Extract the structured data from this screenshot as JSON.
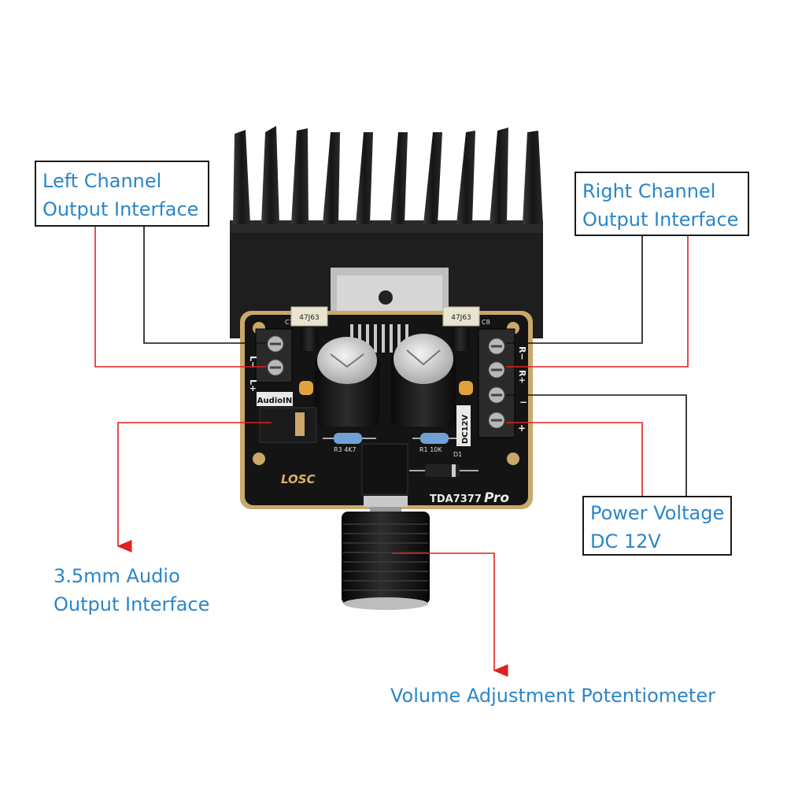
{
  "callouts": {
    "left_channel": {
      "line1": "Left Channel",
      "line2": "Output Interface"
    },
    "right_channel": {
      "line1": "Right Channel",
      "line2": "Output Interface"
    },
    "power": {
      "line1": "Power Voltage",
      "line2": "DC 12V"
    },
    "audio": {
      "line1": "3.5mm Audio",
      "line2": "Output Interface"
    },
    "volume": {
      "line1": "Volume Adjustment Potentiometer"
    }
  },
  "board": {
    "brand": "LOSC",
    "model": "TDA7377",
    "model_suffix": "Pro",
    "audio_in_label": "AudioIN",
    "dc_label": "DC12V",
    "cap_left": "47J63",
    "cap_right": "47J63",
    "cap_left_ref": "C7",
    "cap_right_ref": "C8",
    "res_left": "R3  4K7",
    "res_right": "R1  10K",
    "diode_ref": "D1",
    "left_terminal_marks": {
      "minus": "L−",
      "plus": "L+"
    },
    "right_terminal_marks": {
      "minus": "R−",
      "plus": "R+",
      "dc_minus": "−",
      "dc_plus": "+"
    }
  },
  "colors": {
    "callout_text": "#2b86c8",
    "callout_border": "#1a1a1a",
    "red_line": "#e02020",
    "black_line": "#111111",
    "board_gold": "#c9a86a",
    "board_black": "#141414",
    "heatsink": "#1c1c1c"
  }
}
